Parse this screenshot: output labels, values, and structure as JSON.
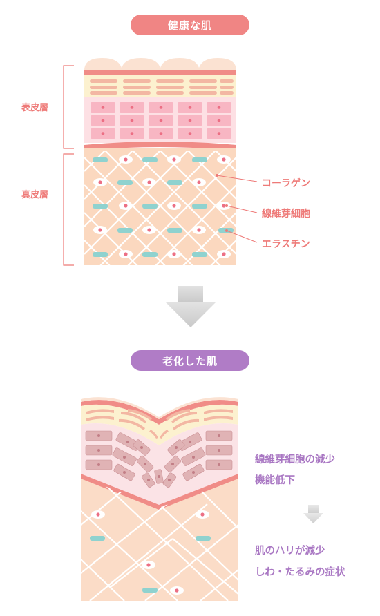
{
  "titles": {
    "healthy": "健康な肌",
    "aged": "老化した肌"
  },
  "layers": {
    "epidermis": "表皮層",
    "dermis": "真皮層"
  },
  "callouts": {
    "collagen": "コーラゲン",
    "fibroblast": "線維芽細胞",
    "elastin": "エラスチン"
  },
  "aged_notes": {
    "line1": "線維芽細胞の減少",
    "line2": "機能低下",
    "line3": "肌のハリが減少",
    "line4": "しわ・たるみの症状"
  },
  "colors": {
    "healthy_pill": "#f08584",
    "aged_pill": "#b07cc6",
    "label_pink": "#ee7a78",
    "label_purple": "#a977c3",
    "elastin": "#8fd2cf",
    "dermis": "#fbd8bf"
  }
}
